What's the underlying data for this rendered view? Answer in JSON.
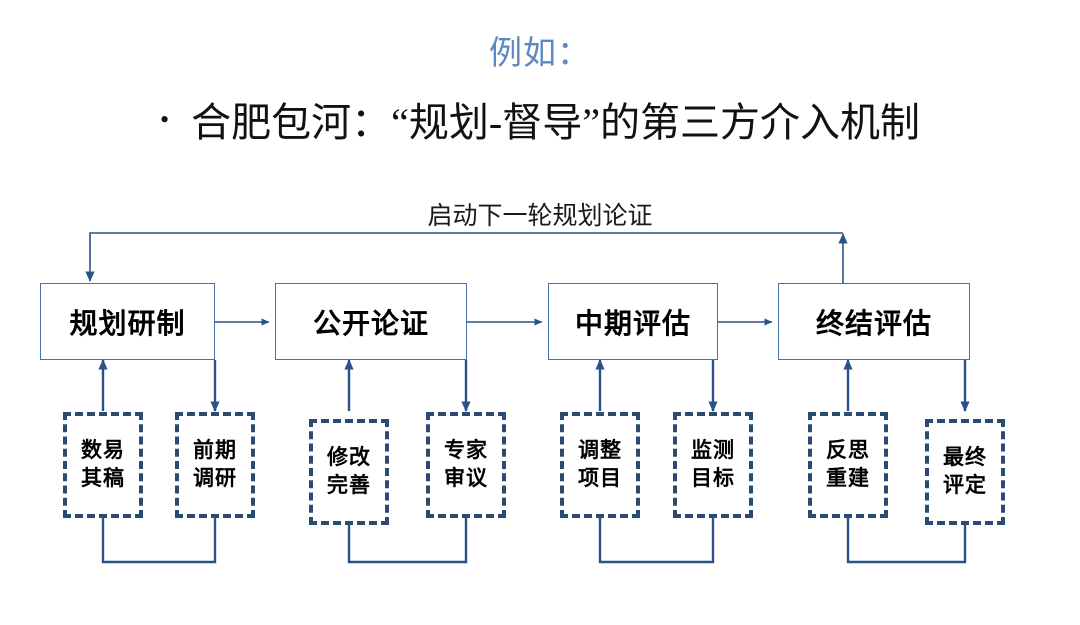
{
  "header": {
    "example_label": "例如：",
    "bullet": "•",
    "title": "合肥包河：“规划-督导”的第三方介入机制"
  },
  "diagram": {
    "loop_label": "启动下一轮规划论证",
    "colors": {
      "accent_light": "#5b8ac2",
      "stage_border": "#4472a8",
      "sub_border": "#2b4a72",
      "arrow": "#2b5288",
      "text": "#000000"
    },
    "stages": [
      {
        "id": "stage-1",
        "label": "规划研制"
      },
      {
        "id": "stage-2",
        "label": "公开论证"
      },
      {
        "id": "stage-3",
        "label": "中期评估"
      },
      {
        "id": "stage-4",
        "label": "终结评估"
      }
    ],
    "subtasks": [
      {
        "id": "sub-1",
        "line1": "数易",
        "line2": "其稿"
      },
      {
        "id": "sub-2",
        "line1": "前期",
        "line2": "调研"
      },
      {
        "id": "sub-3",
        "line1": "修改",
        "line2": "完善"
      },
      {
        "id": "sub-4",
        "line1": "专家",
        "line2": "审议"
      },
      {
        "id": "sub-5",
        "line1": "调整",
        "line2": "项目"
      },
      {
        "id": "sub-6",
        "line1": "监测",
        "line2": "目标"
      },
      {
        "id": "sub-7",
        "line1": "反思",
        "line2": "重建"
      },
      {
        "id": "sub-8",
        "line1": "最终",
        "line2": "评定"
      }
    ]
  }
}
